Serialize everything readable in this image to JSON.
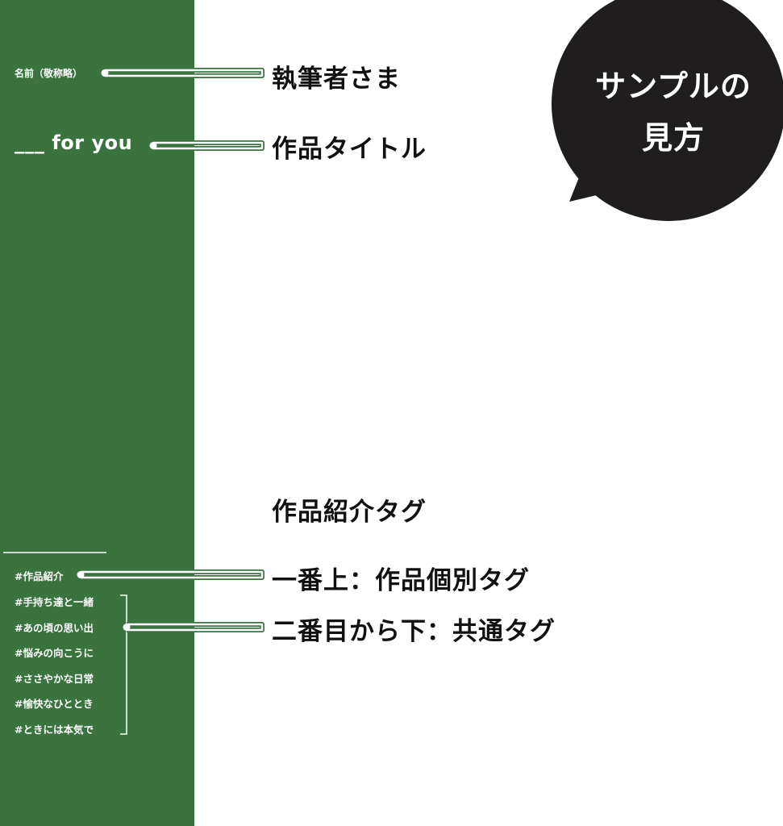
{
  "sidebar": {
    "author_placeholder": "名前（敬称略）",
    "title_placeholder": "___ for you",
    "tags": [
      "#作品紹介",
      "#手持ち達と一緒",
      "#あの頃の思い出",
      "#悩みの向こうに",
      "#ささやかな日常",
      "#愉快なひととき",
      "#ときには本気で"
    ]
  },
  "labels": {
    "author": "執筆者さま",
    "title": "作品タイトル",
    "tags_heading": "作品紹介タグ",
    "top_tag": "一番上：作品個別タグ",
    "other_tags": "二番目から下：共通タグ"
  },
  "bubble": {
    "line1": "サンプルの",
    "line2": "見方"
  },
  "colors": {
    "sidebar_green": "#3b733f",
    "bubble_black": "#1f1d1e",
    "label_text": "#111111",
    "connector_white": "#ffffff"
  }
}
